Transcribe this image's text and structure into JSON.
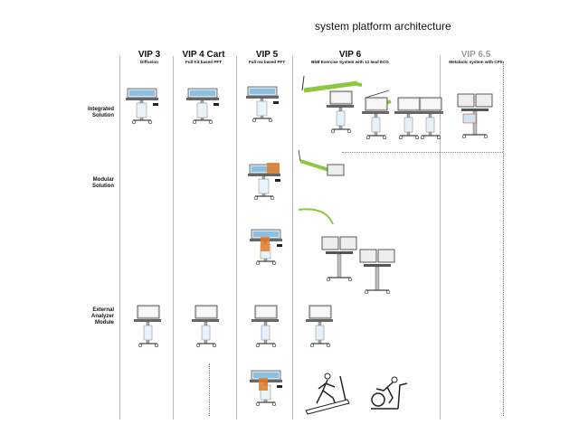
{
  "title": "system platform architecture",
  "columns": [
    {
      "title": "VIP 3",
      "subtitle": "Diffusion",
      "color": "#111111"
    },
    {
      "title": "VIP 4 Cart",
      "subtitle": "Full Kit based PFT",
      "color": "#111111"
    },
    {
      "title": "VIP 5",
      "subtitle": "Full nw based PFT",
      "color": "#111111"
    },
    {
      "title": "VIP 6",
      "subtitle": "BbB Exercise System with 12 lead ECG",
      "color": "#111111"
    },
    {
      "title": "VIP 6.5",
      "subtitle": "Metabolic system with CPX",
      "color": "#9a9a9a"
    }
  ],
  "rows": [
    {
      "label_line1": "Integrated",
      "label_line2": "Solution",
      "label_line3": ""
    },
    {
      "label_line1": "Modular",
      "label_line2": "Solution",
      "label_line3": ""
    },
    {
      "label_line1": "External",
      "label_line2": "Analyzer",
      "label_line3": "Module"
    }
  ],
  "colors": {
    "line": "#b8b8b8",
    "arm": "#8ec63f",
    "module_blue": "#7fb3d5",
    "module_orange": "#e07b2a",
    "cart": "#555555"
  },
  "icons": [
    "cart-icon",
    "monitor-icon",
    "boom-arm-icon",
    "treadmill-icon",
    "cycle-ergometer-icon"
  ]
}
